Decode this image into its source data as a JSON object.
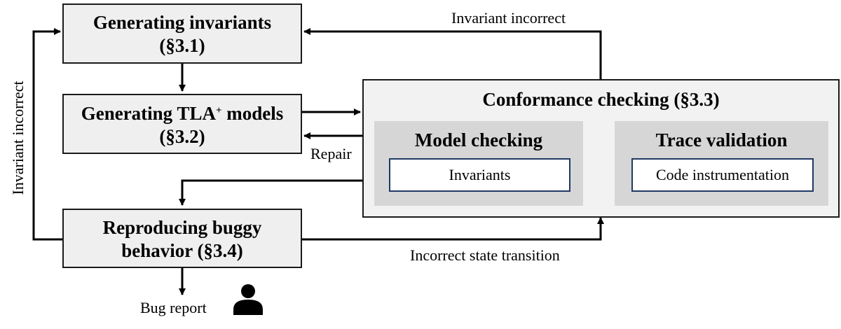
{
  "boxes": {
    "generating_invariants": {
      "line1": "Generating invariants",
      "line2": "(§3.1)"
    },
    "generating_tla": {
      "line1_pre": "Generating TLA",
      "line1_sup": "+",
      "line1_post": " models",
      "line2": "(§3.2)"
    },
    "reproducing": {
      "line1": "Reproducing buggy",
      "line2": "behavior (§3.4)"
    }
  },
  "conformance": {
    "title": "Conformance checking (§3.3)",
    "model_checking": {
      "title": "Model checking",
      "inner": "Invariants"
    },
    "trace_validation": {
      "title": "Trace validation",
      "inner": "Code instrumentation"
    }
  },
  "labels": {
    "invariant_incorrect_top": "Invariant incorrect",
    "invariant_incorrect_left": "Invariant incorrect",
    "repair": "Repair",
    "incorrect_state_transition": "Incorrect state transition",
    "bug_report": "Bug report"
  },
  "icons": {
    "user": "person-icon"
  },
  "colors": {
    "box_fill": "#efefef",
    "outer_fill": "#f2f2f2",
    "subpanel_fill": "#d6d6d6",
    "inner_border": "#1f3864"
  }
}
